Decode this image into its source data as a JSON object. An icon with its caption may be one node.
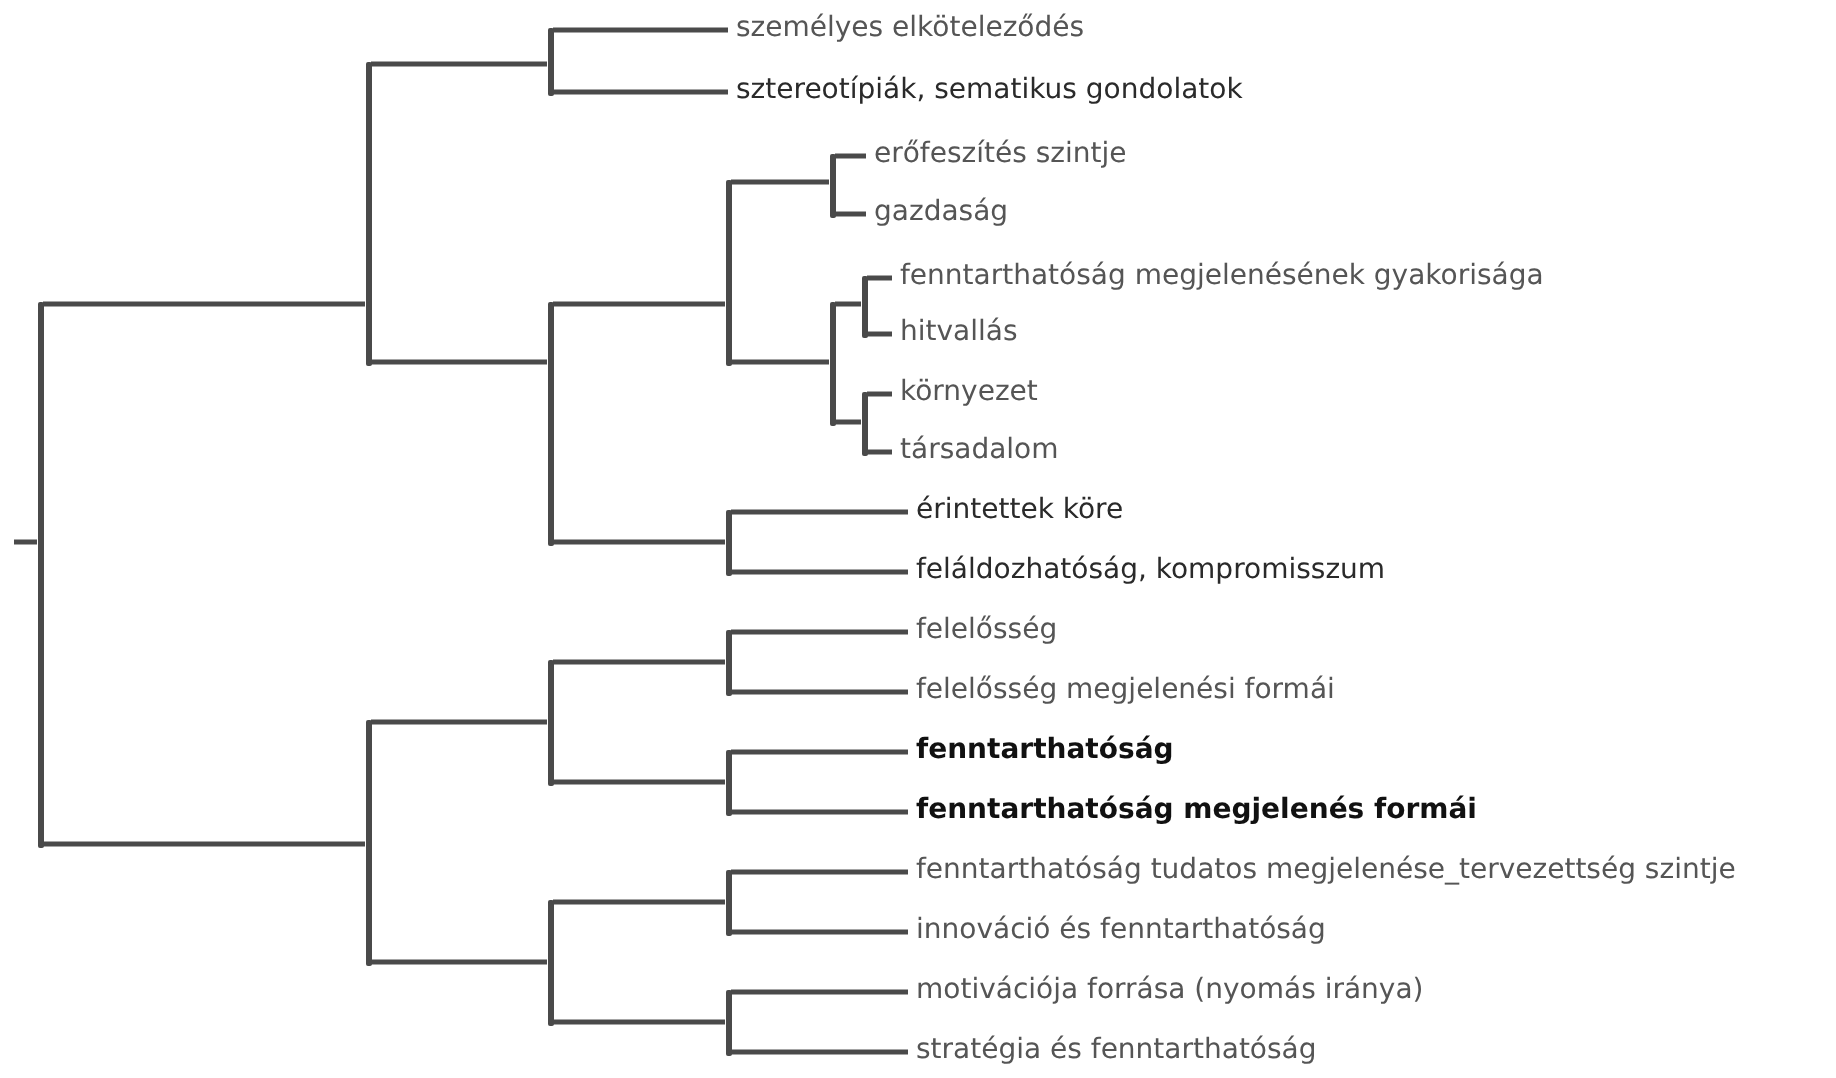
{
  "diagram": {
    "nodes": [
      {
        "text": [
          "személyes elköteleződés"
        ]
      },
      {
        "text": [
          "sztereotípiák, sematikus gondolatok"
        ]
      },
      {
        "text": [
          "erőfeszítés szintje"
        ]
      },
      {
        "text": [
          "gazdaság"
        ]
      },
      {
        "text": [
          "fenntarthatóság megjelenésének gyakorisága"
        ]
      },
      {
        "text": [
          "hitvallás"
        ]
      },
      {
        "text": [
          "környezet"
        ]
      },
      {
        "text": [
          "társadalom"
        ]
      },
      {
        "text": [
          "érintettek köre"
        ]
      },
      {
        "text": [
          "feláldozhatóság, kompromisszum"
        ]
      },
      {
        "text": [
          "felelősség"
        ]
      },
      {
        "text": [
          "felelősség megjelenési formái"
        ]
      },
      {
        "text": [
          "fenntarthatóság"
        ]
      },
      {
        "text": [
          "fenntarthatóság megjelenés formái"
        ]
      },
      {
        "text": [
          "fenntarthatóság tudatos megjelenése_tervezettség szintje"
        ]
      },
      {
        "text": [
          "innováció és fenntarthatóság"
        ]
      },
      {
        "text": [
          "motivációja forrása (nyomás iránya)"
        ]
      },
      {
        "text": [
          "stratégia és fenntarthatóság"
        ]
      },
      {
        "text": [],
        "shape": "bar"
      },
      {
        "text": [],
        "shape": "bar"
      },
      {
        "text": [],
        "shape": "bar"
      },
      {
        "text": [],
        "shape": "bar"
      },
      {
        "text": [],
        "shape": "bar"
      },
      {
        "text": [],
        "shape": "bar"
      },
      {
        "text": [],
        "shape": "bar"
      },
      {
        "text": [],
        "shape": "bar"
      },
      {
        "text": [],
        "shape": "bar"
      },
      {
        "text": [],
        "shape": "bar"
      },
      {
        "text": [],
        "shape": "bar"
      },
      {
        "text": [],
        "shape": "bar"
      },
      {
        "text": [],
        "shape": "bar"
      },
      {
        "text": [],
        "shape": "bar"
      },
      {
        "text": [],
        "shape": "bar"
      },
      {
        "text": [],
        "shape": "bar"
      },
      {
        "text": [],
        "shape": "bar"
      }
    ],
    "edges": [
      {
        "from": null,
        "to": 18,
        "arrow": "none"
      },
      {
        "from": 18,
        "to": 19,
        "arrow": "none"
      },
      {
        "from": 18,
        "to": 28,
        "arrow": "none"
      },
      {
        "from": 19,
        "to": 20,
        "arrow": "none"
      },
      {
        "from": 19,
        "to": 21,
        "arrow": "none"
      },
      {
        "from": 20,
        "to": 0,
        "arrow": "none"
      },
      {
        "from": 20,
        "to": 1,
        "arrow": "none"
      },
      {
        "from": 21,
        "to": 22,
        "arrow": "none"
      },
      {
        "from": 21,
        "to": 27,
        "arrow": "none"
      },
      {
        "from": 22,
        "to": 23,
        "arrow": "none"
      },
      {
        "from": 22,
        "to": 24,
        "arrow": "none"
      },
      {
        "from": 23,
        "to": 2,
        "arrow": "none"
      },
      {
        "from": 23,
        "to": 3,
        "arrow": "none"
      },
      {
        "from": 24,
        "to": 25,
        "arrow": "none"
      },
      {
        "from": 24,
        "to": 26,
        "arrow": "none"
      },
      {
        "from": 25,
        "to": 4,
        "arrow": "none"
      },
      {
        "from": 25,
        "to": 5,
        "arrow": "none"
      },
      {
        "from": 26,
        "to": 6,
        "arrow": "none"
      },
      {
        "from": 26,
        "to": 7,
        "arrow": "none"
      },
      {
        "from": 27,
        "to": 8,
        "arrow": "none"
      },
      {
        "from": 27,
        "to": 9,
        "arrow": "none"
      },
      {
        "from": 28,
        "to": 29,
        "arrow": "none"
      },
      {
        "from": 28,
        "to": 32,
        "arrow": "none"
      },
      {
        "from": 29,
        "to": 30,
        "arrow": "none"
      },
      {
        "from": 29,
        "to": 31,
        "arrow": "none"
      },
      {
        "from": 30,
        "to": 10,
        "arrow": "none"
      },
      {
        "from": 30,
        "to": 11,
        "arrow": "none"
      },
      {
        "from": 31,
        "to": 12,
        "arrow": "none"
      },
      {
        "from": 31,
        "to": 13,
        "arrow": "none"
      },
      {
        "from": 32,
        "to": 33,
        "arrow": "none"
      },
      {
        "from": 32,
        "to": 34,
        "arrow": "none"
      },
      {
        "from": 33,
        "to": 14,
        "arrow": "none"
      },
      {
        "from": 33,
        "to": 15,
        "arrow": "none"
      },
      {
        "from": 34,
        "to": 16,
        "arrow": "none"
      },
      {
        "from": 34,
        "to": 17,
        "arrow": "none"
      }
    ]
  }
}
